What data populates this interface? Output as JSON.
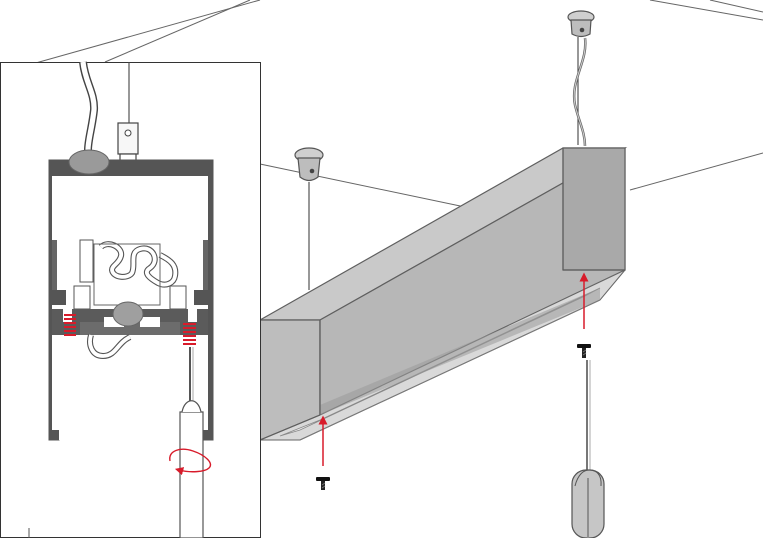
{
  "figure": {
    "kind": "installation-diagram",
    "colors": {
      "background": "#ffffff",
      "line": "#555555",
      "profile_light": "#c8c8c8",
      "profile_mid": "#b3b3b3",
      "profile_dark": "#969696",
      "accent": "#d81b2a",
      "inset_frame": "#333333"
    },
    "icons": [
      "ceiling-lines",
      "ceiling-canopy-left",
      "ceiling-canopy-right",
      "suspension-cable-left",
      "suspension-cable-right",
      "power-cable",
      "linear-luminaire-profile",
      "screw-left",
      "screw-right",
      "arrow-up-left",
      "arrow-up-right",
      "screwdriver-main",
      "detail-inset",
      "screwdriver-detail",
      "rotation-arrow"
    ]
  }
}
